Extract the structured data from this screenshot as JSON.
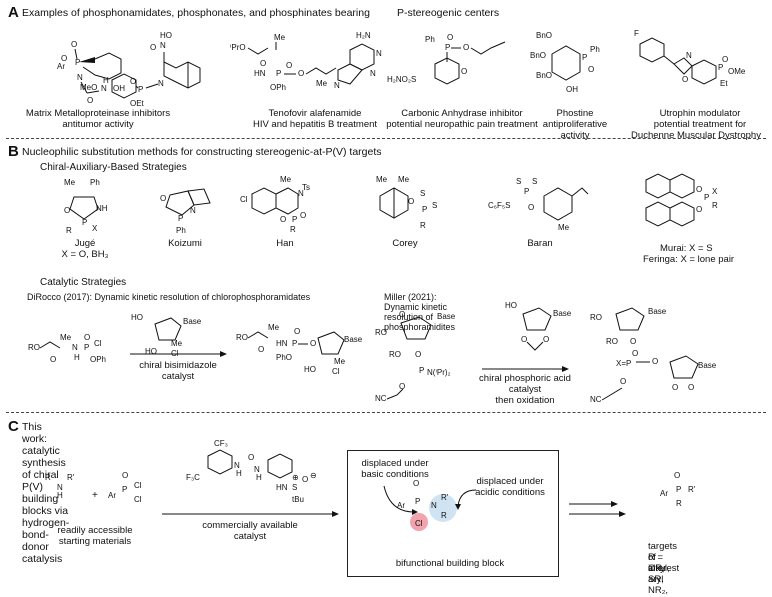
{
  "section_a": {
    "letter": "A",
    "title": "Examples of phosphonamidates, phosphonates, and phosphinates bearing",
    "title2": "P-stereogenic centers",
    "items": [
      {
        "caption1": "Matrix Metalloproteinase inhibitors",
        "caption2": "antitumor activity"
      },
      {
        "caption1": "Tenofovir alafenamide",
        "caption2": "HIV and hepatitis B treatment"
      },
      {
        "caption1": "Carbonic Anhydrase inhibitor",
        "caption2": "potential neuropathic pain treatment"
      },
      {
        "caption1": "Phostine",
        "caption2": "antiproliferative",
        "caption3": "activity"
      },
      {
        "caption1": "Utrophin modulator",
        "caption2": "potential treatment for",
        "caption3": "Duchenne Muscular Dystrophy"
      }
    ]
  },
  "section_b": {
    "letter": "B",
    "title": "Nucleophilic substitution methods for constructing stereogenic-at-P(V) targets",
    "aux_title": "Chiral-Auxiliary-Based Strategies",
    "aux": [
      {
        "name": "Jugé",
        "note": "X = O, BH₃"
      },
      {
        "name": "Koizumi"
      },
      {
        "name": "Han"
      },
      {
        "name": "Corey"
      },
      {
        "name": "Baran"
      },
      {
        "name": "Murai: X = S",
        "note": "Feringa: X = lone pair"
      }
    ],
    "cat_title": "Catalytic Strategies",
    "dirocco": {
      "title": "DiRocco (2017): Dynamic kinetic resolution of chlorophosphoramidates",
      "cond1": "chiral bisimidazole",
      "cond2": "catalyst"
    },
    "miller": {
      "title": "Miller (2021): Dynamic kinetic resolution of phosphoramidites",
      "cond1": "chiral phosphoric acid",
      "cond2": "catalyst",
      "cond3": "then oxidation"
    }
  },
  "section_c": {
    "letter": "C",
    "title": "This work: catalytic synthesis of chiral P(V) building blocks via hydrogen-bond-donor catalysis",
    "plus": "+",
    "reagents1": "readily accessible",
    "reagents2": "starting materials",
    "cond1": "commercially available",
    "cond2": "catalyst",
    "basic1": "displaced under",
    "basic2": "basic conditions",
    "acidic1": "displaced under",
    "acidic2": "acidic conditions",
    "block": "bifunctional building block",
    "targets1": "targets of interest",
    "targets2": "R = OR, SR, NR₂,",
    "targets3": "alkyl, aryl"
  },
  "colors": {
    "cl_highlight": "#f3a3ad",
    "n_highlight": "#cfe3f3",
    "line": "#111111"
  }
}
